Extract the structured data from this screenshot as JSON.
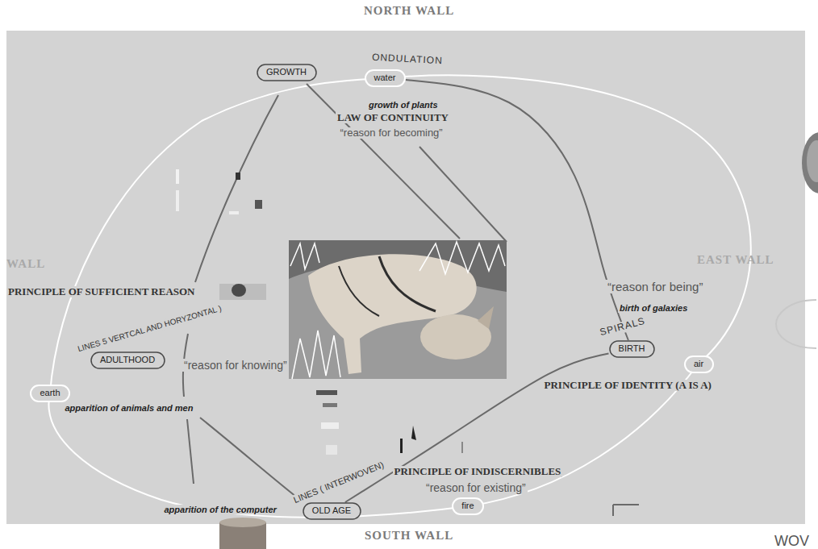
{
  "diagram": {
    "nodes": [
      {
        "text": [
          "GROWTH"
        ]
      },
      {
        "text": [
          "water"
        ]
      },
      {
        "text": [
          "ADULTHOOD"
        ]
      },
      {
        "text": [
          "BIRTH"
        ]
      },
      {
        "text": [
          "air"
        ]
      },
      {
        "text": [
          "earth"
        ]
      },
      {
        "text": [
          "OLD AGE"
        ]
      },
      {
        "text": [
          "fire"
        ]
      }
    ],
    "edges": [
      {
        "from": 1,
        "to": 3,
        "arrow": "none"
      },
      {
        "from": 6,
        "to": 3,
        "arrow": "none"
      }
    ],
    "labels": [
      "NORTH WALL",
      "ONDULATION",
      "growth of plants",
      "LAW OF CONTINUITY",
      "“reason for becoming”",
      "WALL",
      "EAST WALL",
      "PRINCIPLE OF SUFFICIENT REASON",
      "“reason for being”",
      "birth of galaxies",
      "LINES 5 VERTCAL AND HORYZONTAL )",
      "SPIRALS",
      "“reason for knowing”",
      "PRINCIPLE OF IDENTITY (A IS A)",
      "apparition of animals and men",
      "PRINCIPLE OF INDISCERNIBLES",
      "LINES ( INTERWOVEN)",
      "“reason for existing”",
      "apparition of the computer",
      "SOUTH WALL",
      "WOV"
    ]
  }
}
